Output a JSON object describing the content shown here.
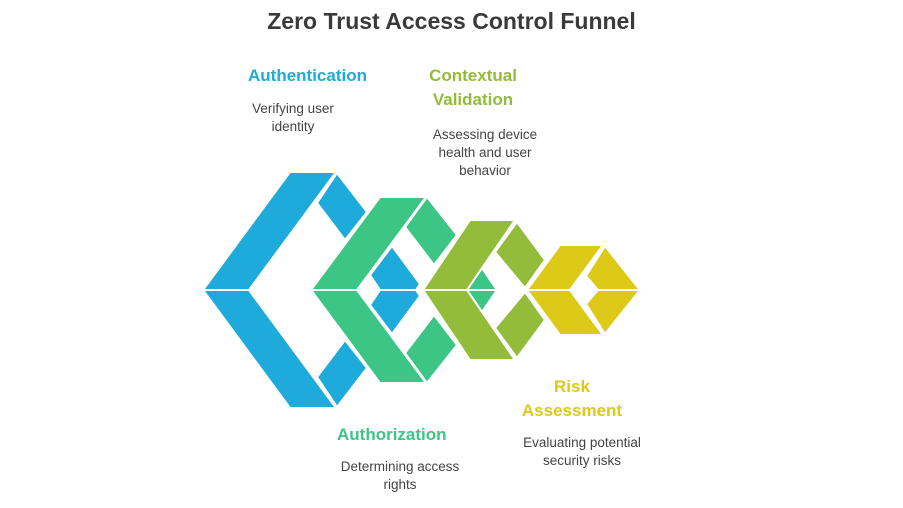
{
  "title": "Zero Trust Access Control Funnel",
  "stages": [
    {
      "name": "Authentication",
      "line1": "Authentication",
      "line2": "",
      "desc1": "Verifying user",
      "desc2": "identity",
      "desc3": "",
      "color": "#1EAADB"
    },
    {
      "name": "Authorization",
      "line1": "Authorization",
      "line2": "",
      "desc1": "Determining access",
      "desc2": "rights",
      "desc3": "",
      "color": "#3CC584"
    },
    {
      "name": "Contextual Validation",
      "line1": "Contextual",
      "line2": "Validation",
      "desc1": "Assessing device",
      "desc2": "health and user",
      "desc3": "behavior",
      "color": "#92BC3A"
    },
    {
      "name": "Risk Assessment",
      "line1": "Risk",
      "line2": "Assessment",
      "desc1": "Evaluating potential",
      "desc2": "security risks",
      "desc3": "",
      "color": "#DDC918"
    }
  ]
}
